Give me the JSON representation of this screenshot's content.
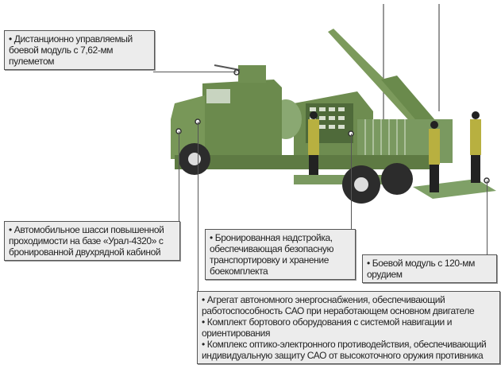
{
  "callouts": {
    "weapon_module": "• Дистанционно управляемый боевой модуль с 7,62-мм пулеметом",
    "chassis": "• Автомобильное шасси повышенной проходимости на базе «Урал-4320» с бронированной двухрядной кабиной",
    "armored_superstructure": "• Бронированная надстройка, обеспечивающая безопасную транспортировку и хранение боекомплекта",
    "combat_module": "• Боевой модуль с 120-мм орудием",
    "equipment": [
      "• Агрегат автономного энергоснабжения, обеспечивающий работоспособность САО при неработающем основном двигателе",
      "• Комплект бортового оборудования с системой навигации и ориентирования",
      "• Комплекс оптико-электронного противодействия, обеспечивающий индивидуальную защиту САО от высокоточного оружия противника"
    ]
  },
  "colors": {
    "vehicle": "#6f8f4e",
    "crew": "#b8b040",
    "box": "#ececec"
  }
}
